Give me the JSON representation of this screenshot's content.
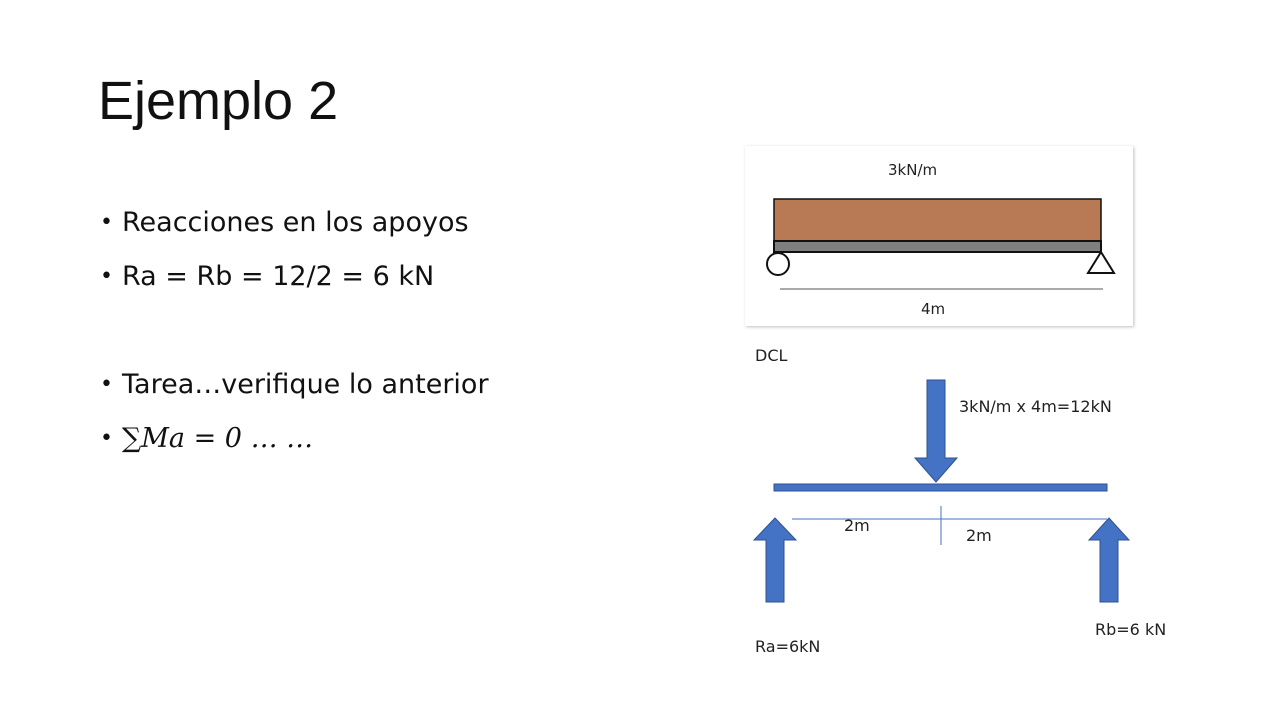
{
  "slide": {
    "title": "Ejemplo 2",
    "bullets": [
      "Reacciones en los apoyos",
      "Ra = Rb = 12/2 = 6 kN",
      "Tarea…verifique lo anterior",
      "∑𝑀𝑎 = 0 … …"
    ]
  },
  "beam_figure": {
    "load_label": "3kN/m",
    "span_label": "4m",
    "colors": {
      "load": "#b87a55",
      "beam": "#7f7f7f"
    }
  },
  "dcl": {
    "heading": "DCL",
    "resultant_label": "3kN/m x 4m=12kN",
    "left_distance": "2m",
    "right_distance": "2m",
    "left_reaction": "Ra=6kN",
    "right_reaction": "Rb=6 kN",
    "colors": {
      "arrow": "#4472c4",
      "arrow_edge": "#2f528f"
    }
  }
}
